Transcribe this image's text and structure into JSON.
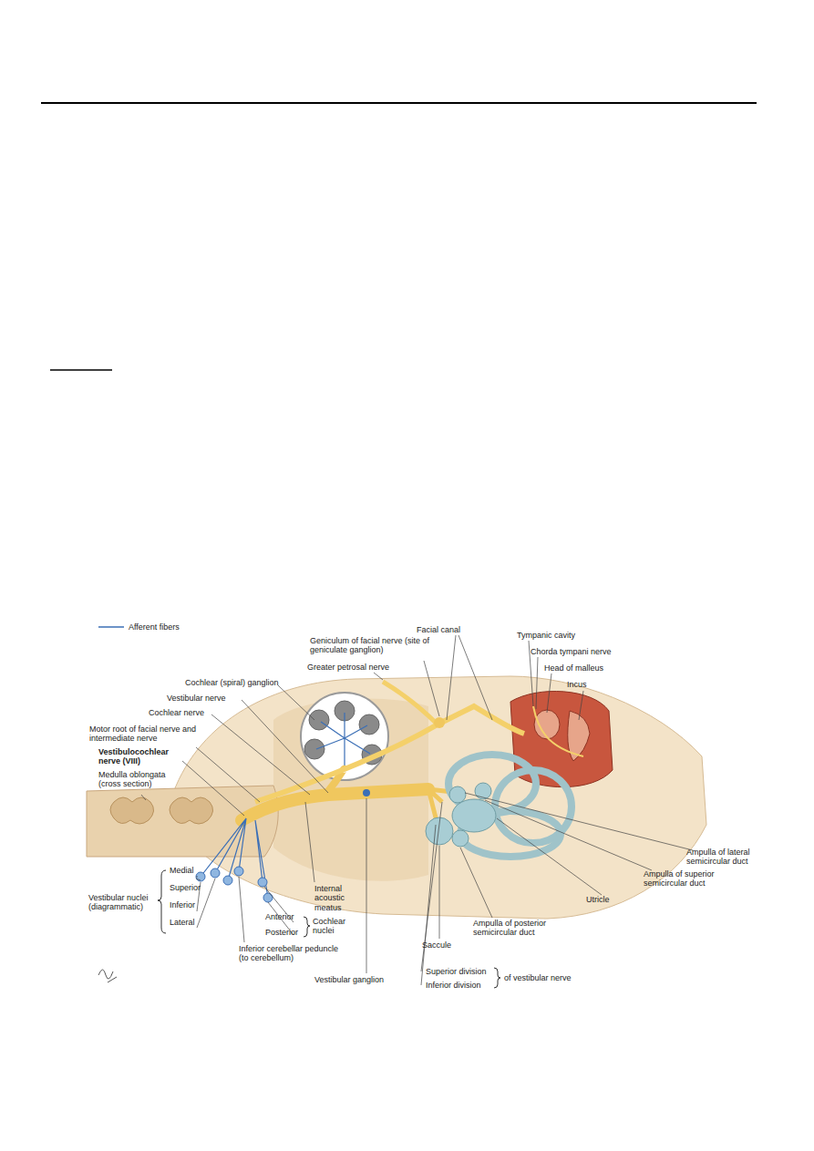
{
  "diagram": {
    "labels": [
      "Facial canal",
      "Tympanic cavity",
      "Chorda tympani nerve",
      "Head of malleus",
      "Incus",
      "Geniculum of facial nerve (site of geniculate ganglion)",
      "Greater petrosal nerve",
      "Cochlear (spiral) ganglion",
      "Vestibular nerve",
      "Cochlear nerve",
      "Motor root of facial nerve and intermediate nerve",
      "Vestibulocochlear nerve (VIII)",
      "Medulla oblongata (cross section)",
      "Medial",
      "Superior",
      "Inferior",
      "Lateral",
      "Vestibular nuclei (diagrammatic)",
      "Anterior",
      "Posterior",
      "Cochlear nuclei",
      "Inferior cerebellar peduncle (to cerebellum)",
      "Internal acoustic meatus",
      "Vestibular ganglion",
      "Superior division",
      "Inferior division",
      "of vestibular nerve",
      "Saccule",
      "Ampulla of posterior semicircular duct",
      "Utricle",
      "Ampulla of superior semicircular duct",
      "Ampulla of lateral semicircular duct"
    ],
    "legend": [
      {
        "text": "Afferent fibers"
      }
    ]
  }
}
